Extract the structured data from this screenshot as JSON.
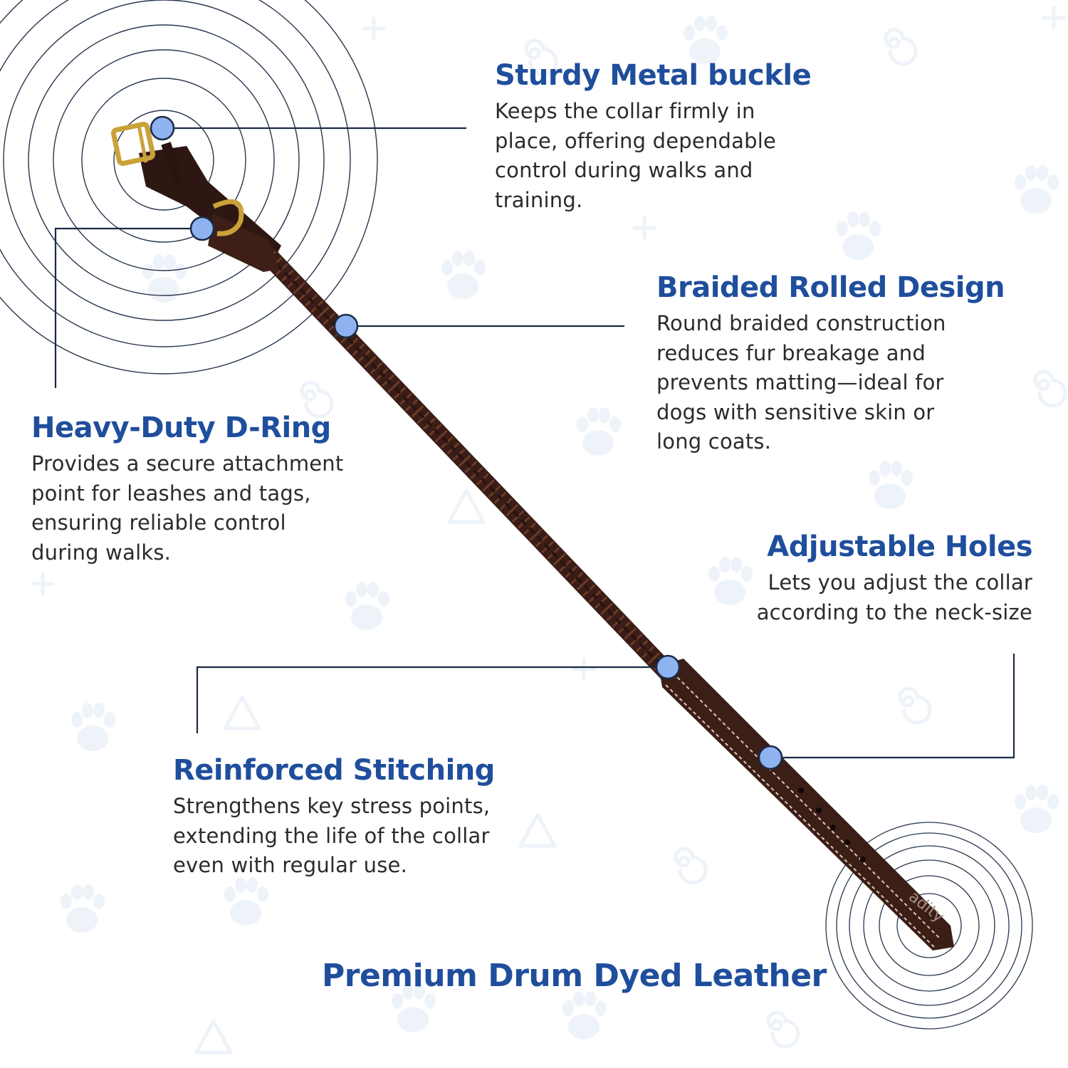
{
  "features": {
    "buckle": {
      "title": "Sturdy Metal buckle",
      "text": "Keeps the collar firmly in\nplace, offering dependable\ncontrol during walks and\ntraining."
    },
    "braid": {
      "title": "Braided Rolled Design",
      "text": "Round braided construction\nreduces fur breakage and\nprevents matting—ideal for\ndogs with sensitive skin or\nlong coats."
    },
    "dring": {
      "title": "Heavy-Duty D-Ring",
      "text": "Provides a secure attachment\npoint for leashes and tags,\nensuring reliable control\nduring walks."
    },
    "holes": {
      "title": "Adjustable Holes",
      "text": "Lets you adjust the collar\naccording to the neck-size"
    },
    "stitch": {
      "title": "Reinforced Stitching",
      "text": "Strengthens key stress points,\nextending the life of the collar\neven with regular use."
    },
    "leather": {
      "title": "Premium Drum Dyed Leather"
    }
  },
  "product": {
    "brand_stamp": "adity"
  },
  "colors": {
    "title": "#1f4e9c",
    "body_text": "#2b2b2b",
    "marker": "#8fb3f0",
    "callout_line": "#1b2b45",
    "leather": "#3b1e16",
    "brass": "#c9a23a"
  },
  "icons": {
    "background": "paw-print-icon"
  }
}
